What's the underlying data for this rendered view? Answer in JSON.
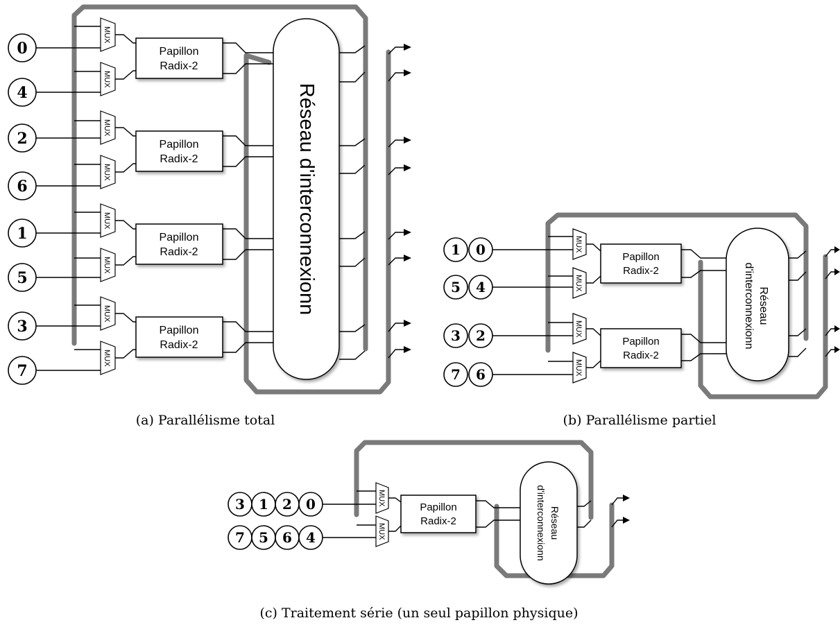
{
  "mux_label": "MUX",
  "butterfly_line1": "Papillon",
  "butterfly_line2": "Radix-2",
  "network_full": "Réseau d'interconnexionn",
  "network_line1": "Réseau",
  "network_line2": "d'interconnexionn",
  "panel_a": {
    "caption": "(a) Parallélisme total",
    "inputs": [
      "0",
      "4",
      "2",
      "6",
      "1",
      "5",
      "3",
      "7"
    ]
  },
  "panel_b": {
    "caption": "(b) Parallélisme partiel",
    "inputs": [
      [
        "1",
        "0"
      ],
      [
        "5",
        "4"
      ],
      [
        "3",
        "2"
      ],
      [
        "7",
        "6"
      ]
    ]
  },
  "panel_c": {
    "caption": "(c) Traitement série (un seul papillon physique)",
    "inputs": [
      [
        "3",
        "1",
        "2",
        "0"
      ],
      [
        "7",
        "5",
        "6",
        "4"
      ]
    ]
  }
}
